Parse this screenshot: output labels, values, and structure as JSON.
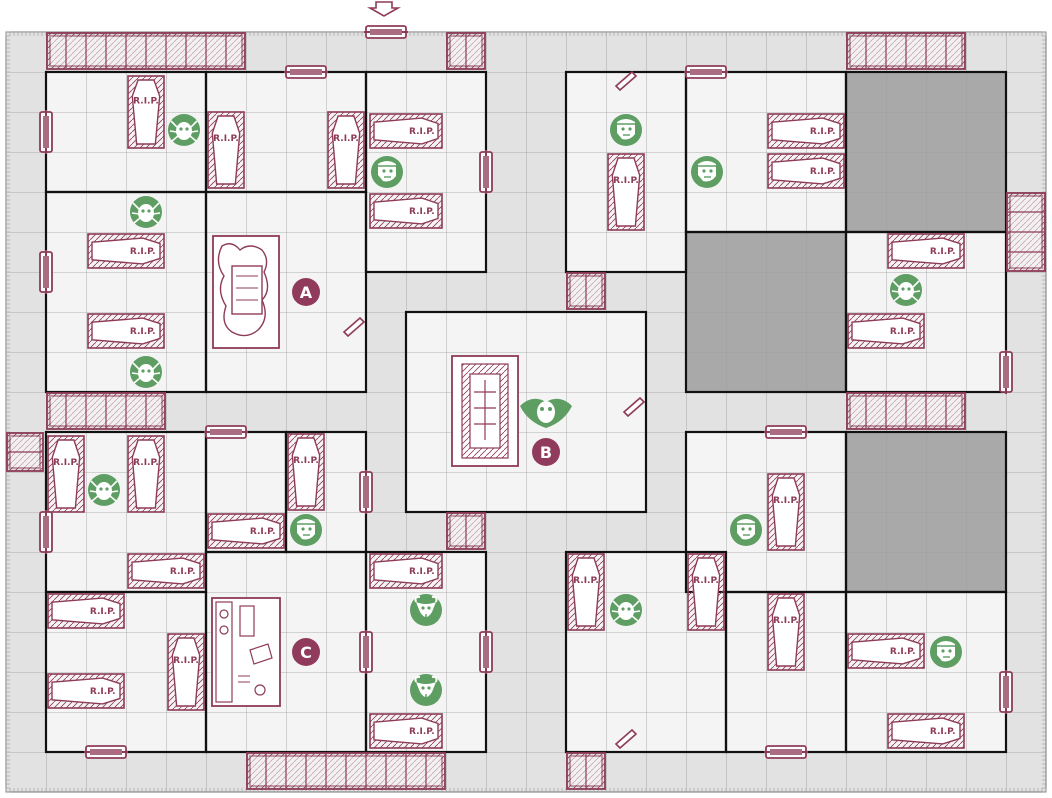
{
  "map": {
    "title": "",
    "entrance_icon": "down-arrow-icon",
    "colors": {
      "floor": "#f4f4f4",
      "corridor": "#e2e2e2",
      "blocked": "#a9a9a9",
      "wall": "#111111",
      "grid": "#9a9a9a",
      "furniture": "#8e3b58",
      "monster": "#5e9e63",
      "marker": "#913b5c"
    },
    "markers": [
      {
        "id": "A",
        "label": "A",
        "icon": "sarcophagus-icon"
      },
      {
        "id": "B",
        "label": "B",
        "icon": "tomb-icon"
      },
      {
        "id": "C",
        "label": "C",
        "icon": "alchemist-bench-icon"
      }
    ],
    "coffin_label": "R.I.P.",
    "monster_types": [
      "spider-icon",
      "zombie-head-icon",
      "mummy-icon",
      "giant-spider-icon"
    ]
  }
}
